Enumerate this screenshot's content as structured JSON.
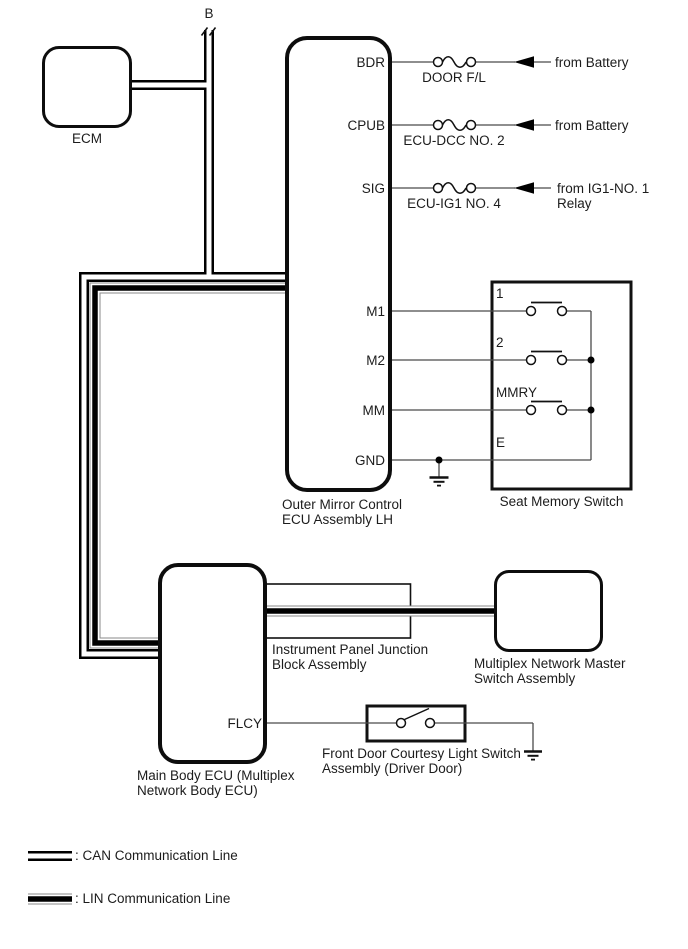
{
  "connector": {
    "label": "B"
  },
  "ecm": {
    "label": "ECM"
  },
  "outer_mirror_ecu": {
    "name_line1": "Outer Mirror Control",
    "name_line2": "ECU Assembly LH",
    "pins": {
      "bdr": "BDR",
      "cpub": "CPUB",
      "sig": "SIG",
      "m1": "M1",
      "m2": "M2",
      "mm": "MM",
      "gnd": "GND"
    }
  },
  "power_rows": [
    {
      "fuse": "DOOR F/L",
      "source": "from Battery"
    },
    {
      "fuse": "ECU-DCC NO. 2",
      "source": "from Battery"
    },
    {
      "fuse": "ECU-IG1 NO. 4",
      "source_line1": "from IG1-NO. 1",
      "source_line2": "Relay"
    }
  ],
  "seat_memory_switch": {
    "name": "Seat Memory Switch",
    "pin_1": "1",
    "pin_2": "2",
    "pin_mmry": "MMRY",
    "pin_e": "E"
  },
  "main_body_ecu": {
    "name_line1": "Main Body ECU (Multiplex",
    "name_line2": "Network Body ECU)",
    "pin_flcy": "FLCY"
  },
  "junction_block": {
    "name_line1": "Instrument Panel Junction",
    "name_line2": "Block Assembly"
  },
  "master_switch": {
    "name_line1": "Multiplex Network Master",
    "name_line2": "Switch Assembly"
  },
  "courtesy_switch": {
    "name_line1": "Front Door Courtesy Light Switch",
    "name_line2": "Assembly (Driver Door)"
  },
  "legend": {
    "can": ": CAN Communication Line",
    "lin": ": LIN Communication Line"
  },
  "colors": {
    "line": "#000000",
    "wire": "#4a4a4a",
    "background": "#ffffff"
  }
}
